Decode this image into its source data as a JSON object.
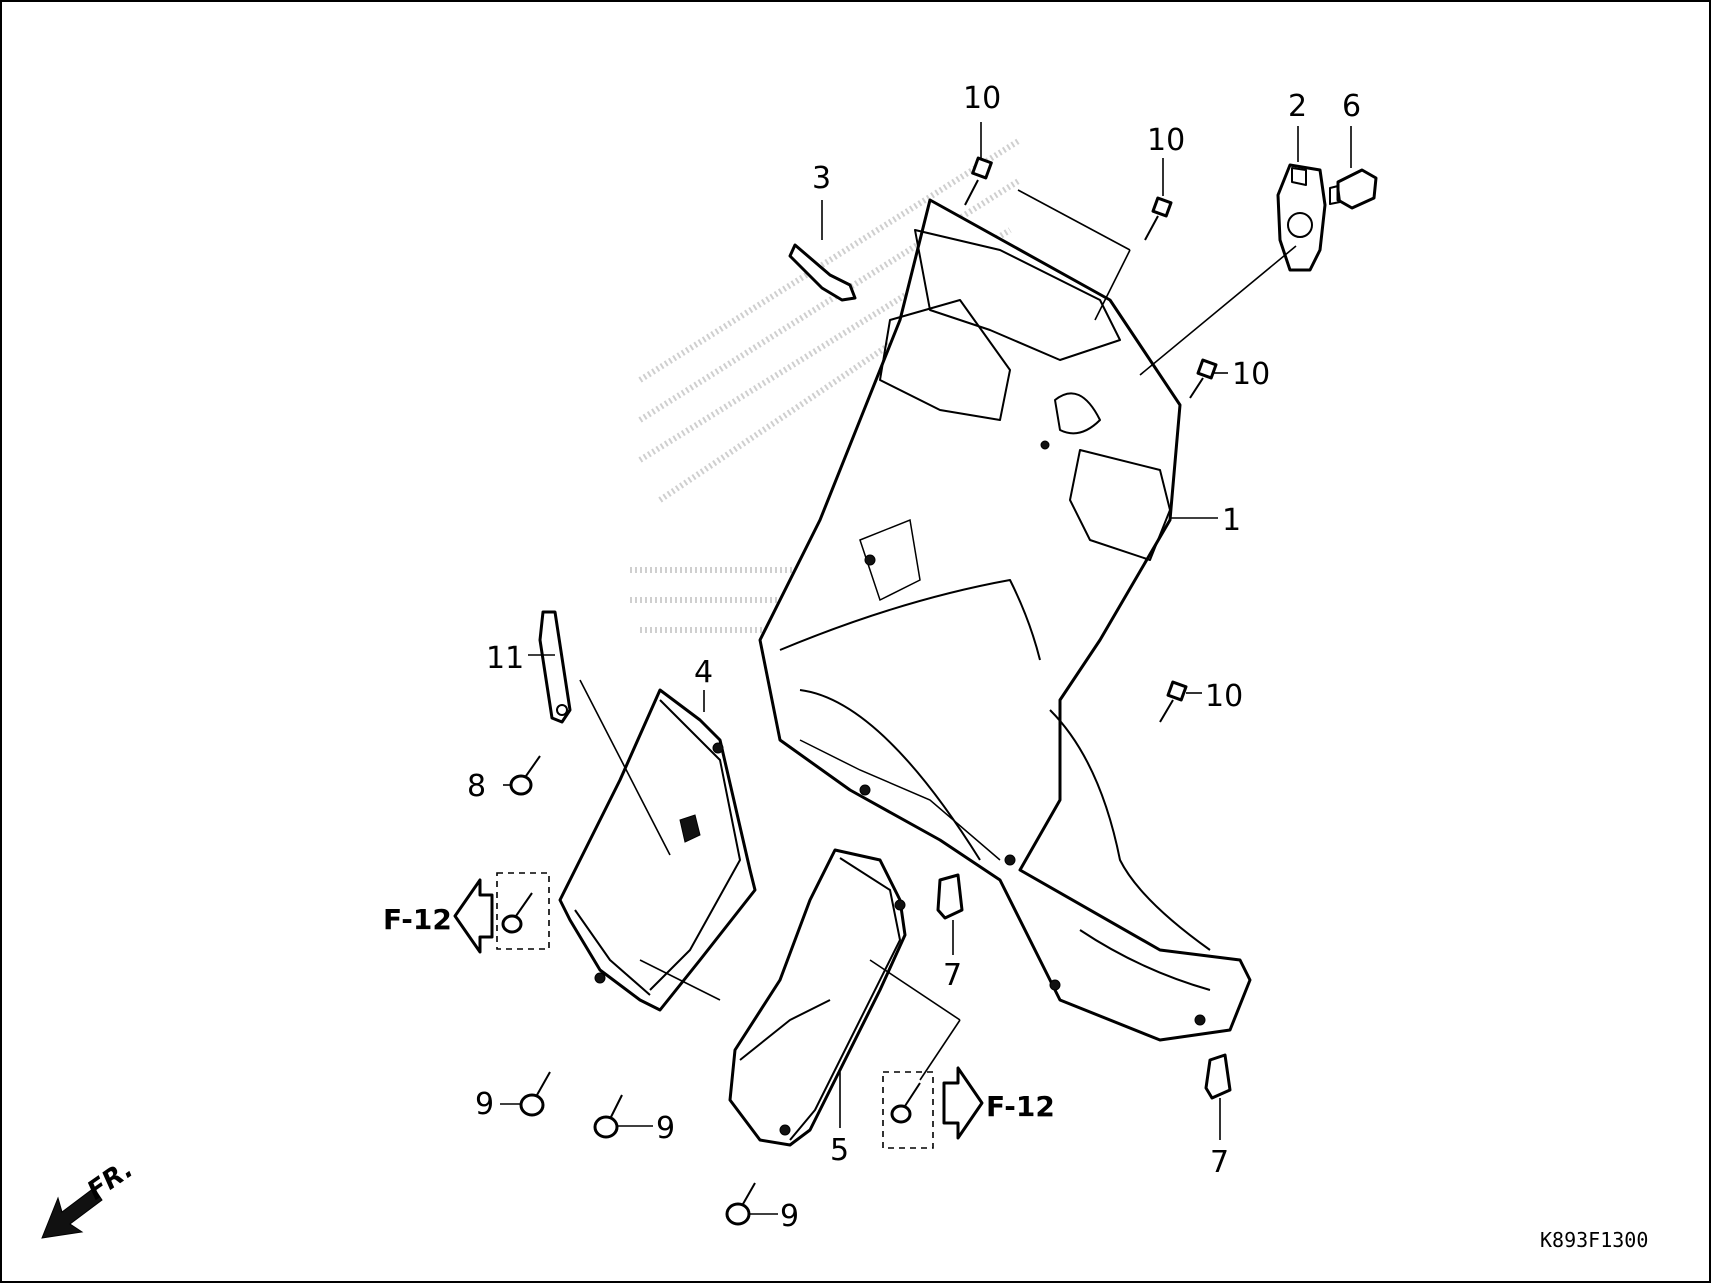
{
  "diagram": {
    "callouts": {
      "c1": "1",
      "c2": "2",
      "c3": "3",
      "c4": "4",
      "c5": "5",
      "c6": "6",
      "c7a": "7",
      "c7b": "7",
      "c8": "8",
      "c9a": "9",
      "c9b": "9",
      "c9c": "9",
      "c10a": "10",
      "c10b": "10",
      "c10c": "10",
      "c10d": "10",
      "c11": "11"
    },
    "ref_left": "F-12",
    "ref_right": "F-12",
    "front_label": "FR.",
    "diagram_code": "K893F1300"
  }
}
